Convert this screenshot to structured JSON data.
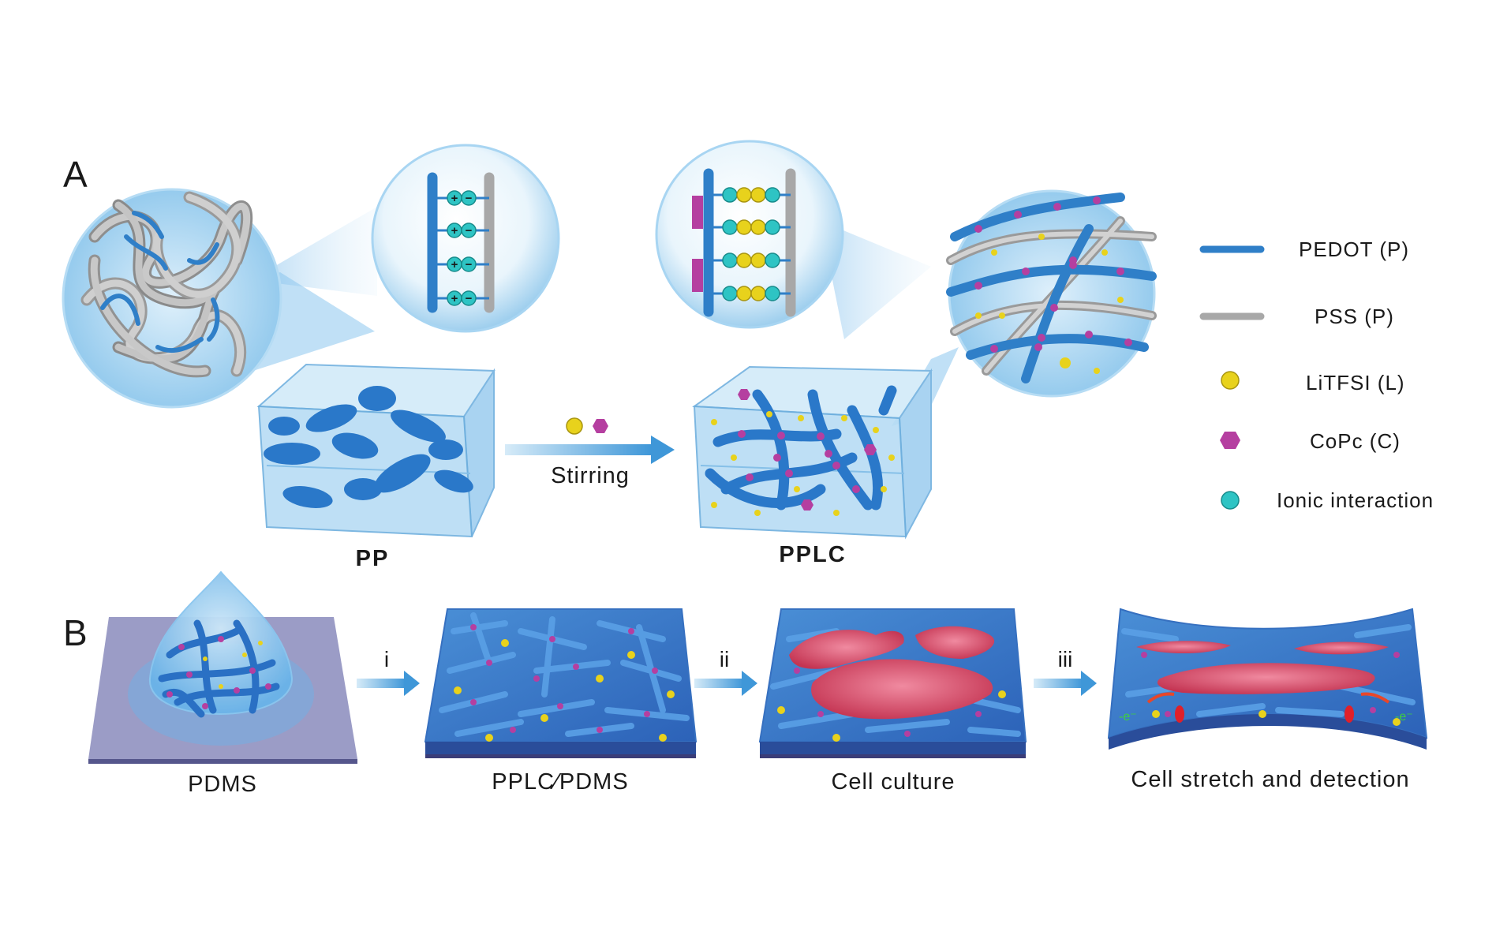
{
  "panel_a": {
    "letter": "A",
    "pp_label": "PP",
    "pplc_label": "PPLC",
    "stir_label": "Stirring"
  },
  "panel_b": {
    "letter": "B",
    "stages": [
      {
        "caption": "PDMS"
      },
      {
        "caption": "PPLC∕PDMS"
      },
      {
        "caption": "Cell  culture"
      },
      {
        "caption": "Cell stretch and detection"
      }
    ],
    "arrows": [
      "i",
      "ii",
      "iii"
    ],
    "electron": "-e⁻"
  },
  "legend": [
    {
      "label": "PEDOT (P)",
      "icon": "pedot-line-icon",
      "color": "#2f7fc8"
    },
    {
      "label": "PSS (P)",
      "icon": "pss-line-icon",
      "color": "#a8a8a8"
    },
    {
      "label": "LiTFSI (L)",
      "icon": "litfsi-sphere-icon",
      "color": "#e8d21c"
    },
    {
      "label": "CoPc (C)",
      "icon": "copc-hexagon-icon",
      "color": "#b53fa0"
    },
    {
      "label": "Ionic interaction",
      "icon": "ionic-sphere-icon",
      "color": "#2ec4c4"
    }
  ],
  "ion_signs": {
    "plus": "+",
    "minus": "−"
  },
  "colors": {
    "pedot_blue": "#2f7fc8",
    "pss_gray": "#a8a8a8",
    "solution_blue": "#bfe0f3",
    "cell_red": "#d94a63",
    "substrate": "#9b9cc6"
  }
}
